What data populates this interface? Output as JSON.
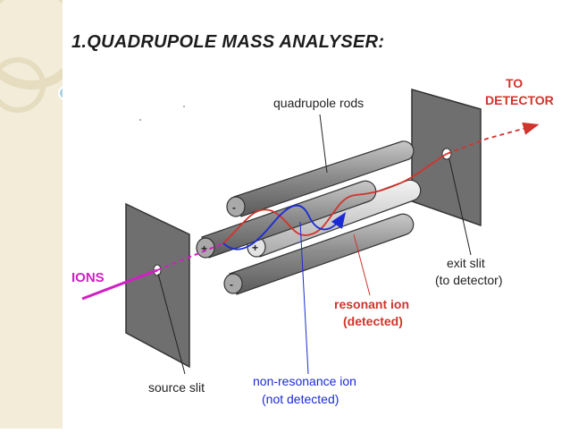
{
  "slide": {
    "title": "1.QUADRUPOLE  MASS  ANALYSER:"
  },
  "diagram": {
    "labels": {
      "quadrupole_rods": "quadrupole rods",
      "to_detector_line1": "TO",
      "to_detector_line2": "DETECTOR",
      "ions": "IONS",
      "exit_slit_line1": "exit slit",
      "exit_slit_line2": "(to detector)",
      "resonant_ion_line1": "resonant ion",
      "resonant_ion_line2": "(detected)",
      "non_resonance_ion_line1": "non-resonance ion",
      "non_resonance_ion_line2": "(not detected)",
      "source_slit": "source slit"
    },
    "rod_signs": {
      "top_left": "-",
      "left_upper": "+",
      "left_lower": "+",
      "bottom_left": "-"
    },
    "colors": {
      "ion_beam": "#d11fc4",
      "resonant_ion": "#d0342c",
      "non_resonance_ion": "#1a2bd6",
      "plate": "#6f6f6f",
      "rod": "#8a8a8a",
      "sidebar": "#f2ecd9"
    }
  }
}
